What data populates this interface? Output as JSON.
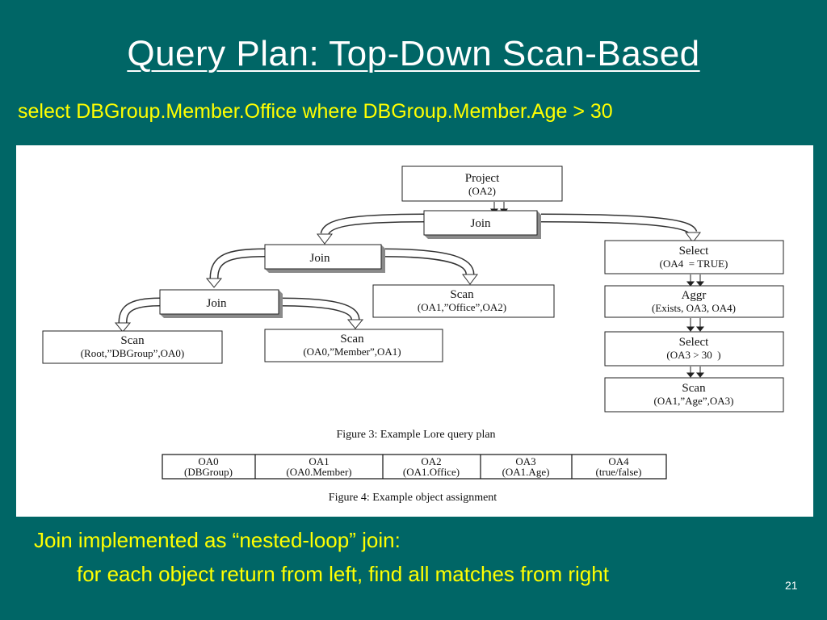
{
  "slide": {
    "title": "Query Plan: Top-Down Scan-Based",
    "query": "select DBGroup.Member.Office where DBGroup.Member.Age > 30",
    "bullet_line1": "Join implemented as “nested-loop” join:",
    "bullet_line2": "for each object return from left, find all matches from right",
    "slide_number": "21"
  },
  "plan": {
    "project": {
      "name": "Project",
      "args": "(OA2)"
    },
    "join_top": {
      "name": "Join"
    },
    "join_mid": {
      "name": "Join"
    },
    "join_low": {
      "name": "Join"
    },
    "scan_root": {
      "name": "Scan",
      "args": "(Root,”DBGroup”,OA0)"
    },
    "scan_member": {
      "name": "Scan",
      "args": "(OA0,”Member”,OA1)"
    },
    "scan_office": {
      "name": "Scan",
      "args": "(OA1,”Office”,OA2)"
    },
    "select_top": {
      "name": "Select",
      "args": "(OA4  = TRUE)"
    },
    "aggr": {
      "name": "Aggr",
      "args": "(Exists, OA3, OA4)"
    },
    "select_low": {
      "name": "Select",
      "args": "(OA3 > 30  )"
    },
    "scan_age": {
      "name": "Scan",
      "args": "(OA1,”Age”,OA3)"
    },
    "figure3_caption": "Figure 3:  Example Lore query plan"
  },
  "assignment": {
    "columns": [
      {
        "name": "OA0",
        "value": "(DBGroup)"
      },
      {
        "name": "OA1",
        "value": "(OA0.Member)"
      },
      {
        "name": "OA2",
        "value": "(OA1.Office)"
      },
      {
        "name": "OA3",
        "value": "(OA1.Age)"
      },
      {
        "name": "OA4",
        "value": "(true/false)"
      }
    ],
    "figure4_caption": "Figure 4:  Example object assignment"
  }
}
